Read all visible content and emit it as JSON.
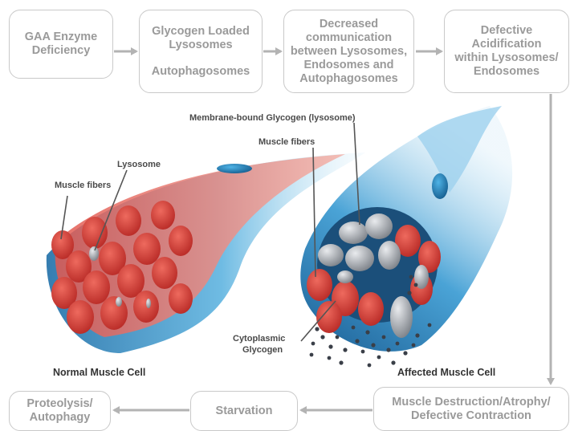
{
  "flow": {
    "step1": "GAA Enzyme\nDeficiency",
    "step2a": "Glycogen Loaded\nLysosomes",
    "step2b": "Autophagosomes",
    "step3": "Decreased\ncommunication\nbetween Lysosomes,\nEndosomes and\nAutophagosomes",
    "step4": "Defective\nAcidification\nwithin Lysosomes/\nEndosomes",
    "step5": "Muscle Destruction/Atrophy/\nDefective Contraction",
    "step6": "Starvation",
    "step7": "Proteolysis/\nAutophagy"
  },
  "labels": {
    "muscle_fibers_left": "Muscle fibers",
    "lysosome": "Lysosome",
    "membrane_bound": "Membrane-bound Glycogen (lysosome)",
    "muscle_fibers_right": "Muscle fibers",
    "cytoplasmic_1": "Cytoplasmic",
    "cytoplasmic_2": "Glycogen",
    "normal_cell": "Normal Muscle Cell",
    "affected_cell": "Affected Muscle Cell"
  },
  "colors": {
    "box_border": "#c9c9c9",
    "box_text": "#9a9a9a",
    "arrow": "#b3b3b3",
    "fiber_red": "#d9413a",
    "sheath_blue": "#4aa3d6",
    "glycogen_gray": "#a9adb3"
  }
}
